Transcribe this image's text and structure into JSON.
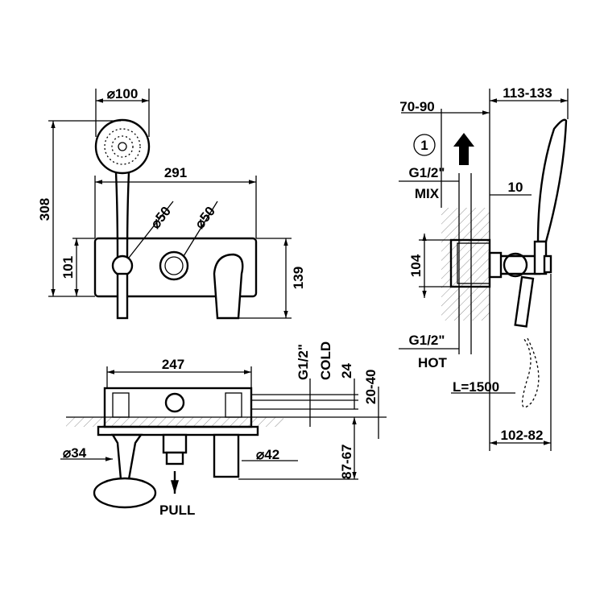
{
  "title": "Bath mixer with hand shower - technical drawing",
  "front_view": {
    "shower_head_diameter": "⌀100",
    "width": "291",
    "total_height": "308",
    "body_height_left": "101",
    "knob_diameter_1": "⌀50",
    "knob_diameter_2": "⌀50",
    "body_height_right": "139"
  },
  "top_view": {
    "width": "247",
    "diverter_diameter": "⌀34",
    "spout_diameter": "⌀42",
    "pull_label": "PULL",
    "cold_thread": "G1/2\"",
    "cold_label": "COLD",
    "dim_24": "24",
    "dim_20_40": "20-40",
    "dim_87_67": "87-67"
  },
  "side_view": {
    "dim_70_90": "70-90",
    "dim_113_133": "113-133",
    "callout_number": "1",
    "mix_thread": "G1/2\"",
    "mix_label": "MIX",
    "dim_10": "10",
    "dim_104": "104",
    "hot_thread": "G1/2\"",
    "hot_label": "HOT",
    "hose_length": "L=1500",
    "dim_102_82": "102-82"
  }
}
